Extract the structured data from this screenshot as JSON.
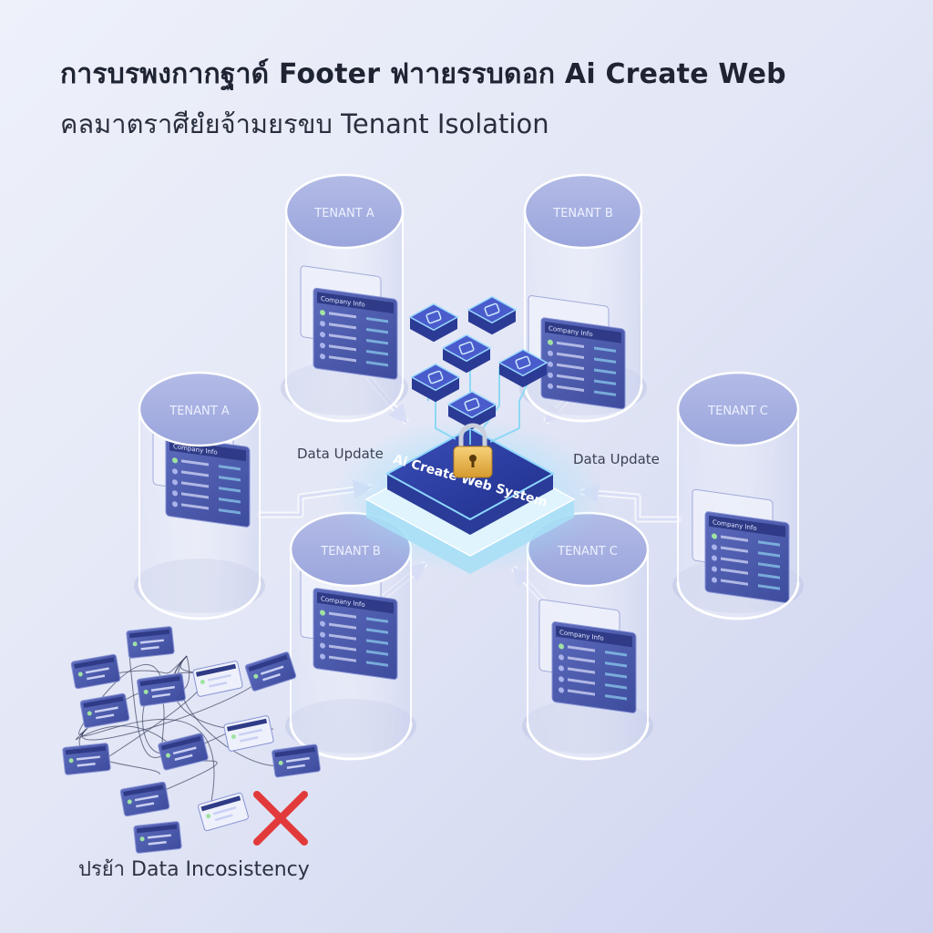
{
  "header": {
    "title": "การบรพงกากฐาด์ Footer ฟาายรรบดอก Ai Create Web",
    "subtitle": "คลมาตราศียํยจ้ามยรขบ Tenant Isolation"
  },
  "diagram": {
    "central_system_label": "Ai Create Web System",
    "flow_label_left": "Data Update",
    "flow_label_right": "Data Update",
    "tenants": [
      {
        "id": "tenant-a-top",
        "label": "TENANT A"
      },
      {
        "id": "tenant-b-top",
        "label": "TENANT B"
      },
      {
        "id": "tenant-a-left",
        "label": "TENANT A"
      },
      {
        "id": "tenant-c-right",
        "label": "TENANT C"
      },
      {
        "id": "tenant-b-bottom",
        "label": "TENANT B"
      },
      {
        "id": "tenant-c-bottom",
        "label": "TENANT C"
      }
    ],
    "card_header": "Company Info",
    "problem_caption": "ปรย้า Data Incosistency",
    "icons": [
      "lock-icon",
      "database-icon",
      "document-icon",
      "cross-icon"
    ],
    "colors": {
      "accent": "#4b5fc8",
      "card": "#5a67b5",
      "glow": "#7fd6f5",
      "error": "#e23a3a",
      "lock": "#e9b24a"
    }
  }
}
